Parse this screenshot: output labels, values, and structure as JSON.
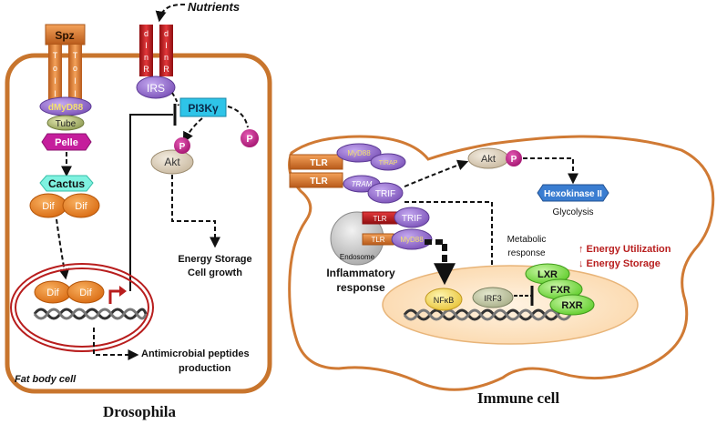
{
  "drosophila": {
    "title": "Drosophila",
    "cell_label": "Fat body cell",
    "nutrients": "Nutrients",
    "spz": "Spz",
    "toll_letters": [
      "T",
      "o",
      "l",
      "l"
    ],
    "dinr_letters": [
      "d",
      "I",
      "n",
      "R"
    ],
    "irs": "IRS",
    "dmyd88": "dMyD88",
    "tube": "Tube",
    "pelle": "Pelle",
    "cactus": "Cactus",
    "dif": "Dif",
    "pi3k": "PI3Kγ",
    "p": "P",
    "akt": "Akt",
    "energy_storage": "Energy Storage",
    "cell_growth": "Cell growth",
    "amp_line1": "Antimicrobial peptides",
    "amp_line2": "production"
  },
  "immune": {
    "title": "Immune cell",
    "tlr": "TLR",
    "myd88": "MyD88",
    "tirap": "TIRAP",
    "tram": "TRAM",
    "trif": "TRIF",
    "akt": "Akt",
    "p": "P",
    "hexokinase": "Hexokinase II",
    "glycolysis": "Glycolysis",
    "endosome": "Endosome",
    "metabolic_line1": "Metabolic",
    "metabolic_line2": "response",
    "energy_utilization": "↑ Energy Utilization",
    "energy_storage": "↓ Energy Storage",
    "inflammatory_line1": "Inflammatory",
    "inflammatory_line2": "response",
    "nfkb": "NFκB",
    "irf3": "IRF3",
    "lxr": "LXR",
    "fxr": "FXR",
    "rxr": "RXR"
  },
  "colors": {
    "membrane": "#c8752d",
    "nucleus_red": "#b81d1d",
    "receptor_orange": "#e07b2c",
    "receptor_red": "#c0171b",
    "purple": "#8f69c7",
    "magenta": "#b0197f",
    "cyan": "#2ec4e8",
    "blue": "#3a7dd1",
    "green": "#7ee04a",
    "nucleus_fill": "#fde3c2"
  }
}
